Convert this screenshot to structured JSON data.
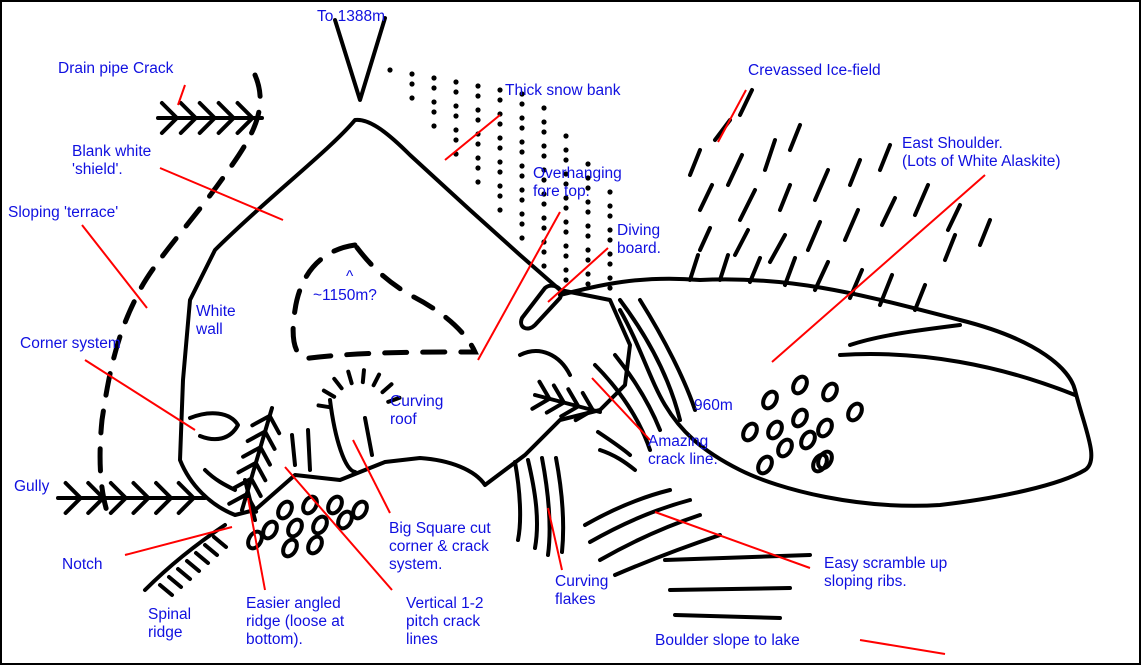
{
  "colors": {
    "ink": "#000000",
    "label": "#1010e0",
    "leader": "#ff0000",
    "background": "#ffffff"
  },
  "labels": {
    "to_1388": "To 1388m",
    "drain_pipe": "Drain pipe Crack",
    "thick_snow": "Thick snow bank",
    "crevassed": "Crevassed Ice-field",
    "blank_white": "Blank white\n'shield'.",
    "overhanging": "Overhanging\nfore top.",
    "east_shoulder": "East Shoulder.\n(Lots of White Alaskite)",
    "sloping_terrace": "Sloping 'terrace'",
    "diving_board": "Diving\nboard.",
    "caret": "^",
    "elev_1150": "~1150m?",
    "white_wall": "White\nwall",
    "corner_system": "Corner system",
    "curving_roof": "Curving\nroof",
    "elev_960": "960m",
    "amazing_crack": "Amazing\ncrack line.",
    "gully": "Gully",
    "big_square": "Big Square cut\ncorner & crack\nsystem.",
    "notch": "Notch",
    "easy_scramble": "Easy scramble up\nsloping ribs.",
    "curving_flakes": "Curving\nflakes",
    "spinal_ridge": "Spinal\nridge",
    "easier_angled": "Easier angled\nridge (loose at\nbottom).",
    "vertical_crack": "Vertical 1-2\npitch crack\nlines",
    "boulder_slope": "Boulder slope to lake"
  }
}
